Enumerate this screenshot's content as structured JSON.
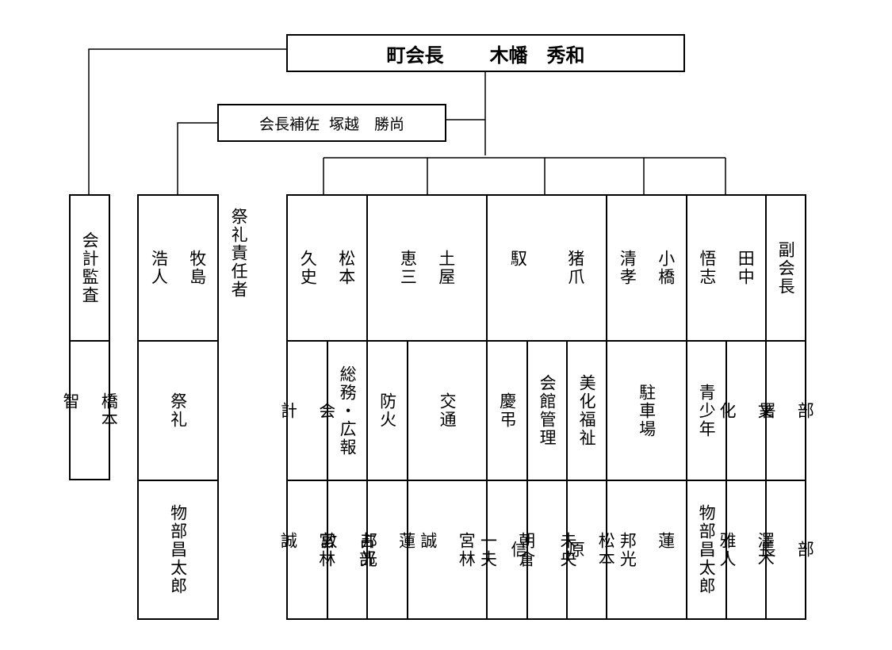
{
  "chairman": {
    "title": "町会長",
    "name": "木幡　秀和"
  },
  "assistant": {
    "title": "会長補佐",
    "name": "塚越　勝尚"
  },
  "auditor": {
    "title": "会計監査",
    "name": "橋本\n\n智"
  },
  "festival": {
    "name": "牧島\n\n浩人",
    "role": "祭礼責任者",
    "dept": "祭礼",
    "manager": "物部昌太郎"
  },
  "vice_presidents": [
    {
      "name": "松本\n\n久史"
    },
    {
      "name": "土屋\n\n恵三"
    },
    {
      "name": "猪爪\n\n\n馭"
    },
    {
      "name": "小橋\n\n清孝"
    },
    {
      "name": "田中\n\n悟志"
    }
  ],
  "header_label": "副会長",
  "depts": [
    "会\n\n計",
    "総務・広報",
    "防火",
    "交通",
    "慶弔",
    "会館管理",
    "美化福祉",
    "駐車場",
    "青少年",
    "文\n\n化"
  ],
  "dept_label": "部\n\n署",
  "managers": [
    "宮林\n\n誠",
    "占部\n\n敦",
    "蓮\n\n邦光",
    "宮林\n\n誠",
    "朝倉\n\n一夫",
    "原\n\n\n信",
    "松本\n\n未央",
    "蓮\n\n邦光",
    "物部昌太郎",
    "澤木\n\n雅人"
  ],
  "manager_label": "部\n\n長"
}
